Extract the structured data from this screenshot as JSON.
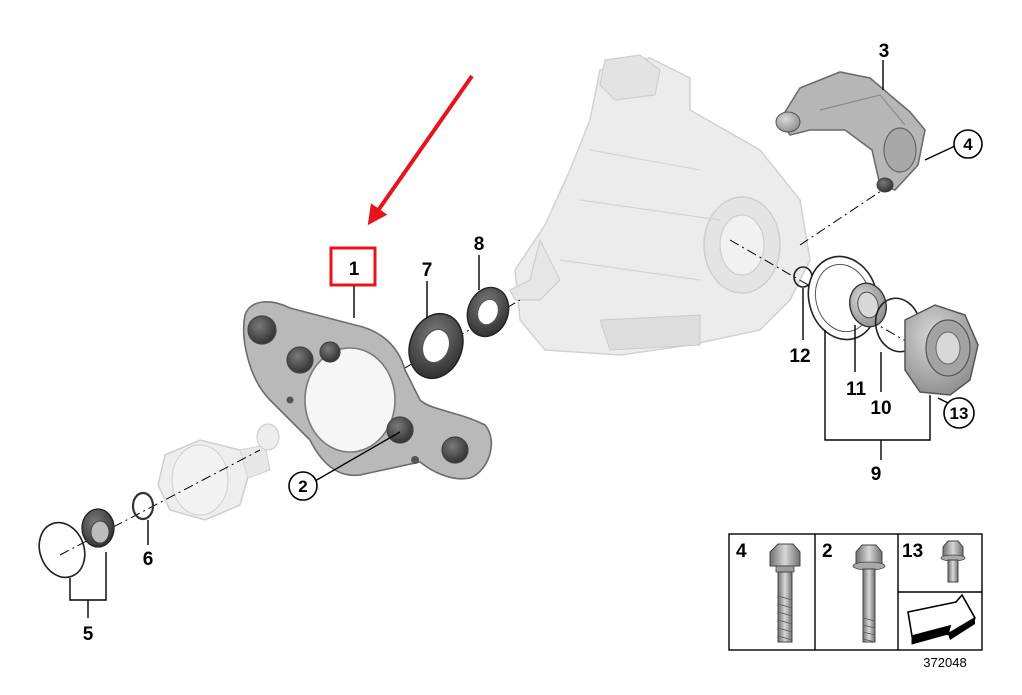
{
  "diagram": {
    "callouts": {
      "c1": "1",
      "c2": "2",
      "c3": "3",
      "c4": "4",
      "c5": "5",
      "c6": "6",
      "c7": "7",
      "c8": "8",
      "c9": "9",
      "c10": "10",
      "c11": "11",
      "c12": "12",
      "c13": "13"
    },
    "hardware_table": {
      "labels": [
        "4",
        "2",
        "13"
      ]
    },
    "diagram_id": "372048",
    "highlight": {
      "target": "1",
      "box_color": "#e8141c",
      "arrow_color": "#e8141c"
    },
    "colors": {
      "part_gray": "#bdbdbd",
      "ghost_gray": "#e6e6e6",
      "outline": "#000000"
    },
    "icons": [
      "arrow-pointer-icon",
      "hex-bolt-icon",
      "flange-bolt-icon"
    ]
  }
}
